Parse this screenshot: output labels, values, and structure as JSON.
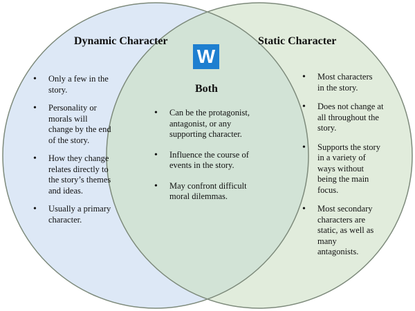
{
  "dynamic": {
    "title": "Dynamic Character",
    "items": [
      [
        "Only a few in the",
        "story."
      ],
      [
        "Personality or",
        "morals will",
        "change by the end",
        "of the story."
      ],
      [
        "How they change",
        "relates directly to",
        "the story’s themes",
        "and ideas."
      ],
      [
        "Usually a primary",
        "character."
      ]
    ]
  },
  "both": {
    "title": "Both",
    "items": [
      [
        "Can be the protagonist,",
        "antagonist, or any",
        "supporting character."
      ],
      [
        "Influence the course of",
        "events in the story."
      ],
      [
        "May confront difficult",
        "moral dilemmas."
      ]
    ]
  },
  "static": {
    "title": "Static Character",
    "items": [
      [
        "Most characters",
        "in the story."
      ],
      [
        "Does not change at",
        "all throughout the",
        "story."
      ],
      [
        "Supports the story",
        "in a variety of",
        "ways without",
        "being the main",
        "focus."
      ],
      [
        "Most secondary",
        "characters are",
        "static, as well as",
        "many",
        "antagonists."
      ]
    ]
  },
  "logo": {
    "letter": "W"
  },
  "colors": {
    "left_fill": "#dde8f6",
    "right_fill": "#e1ecdc",
    "overlap_fill": "#d2e3d6",
    "circle_stroke": "#7d8a7b",
    "logo_bg": "#1e7fd0"
  }
}
